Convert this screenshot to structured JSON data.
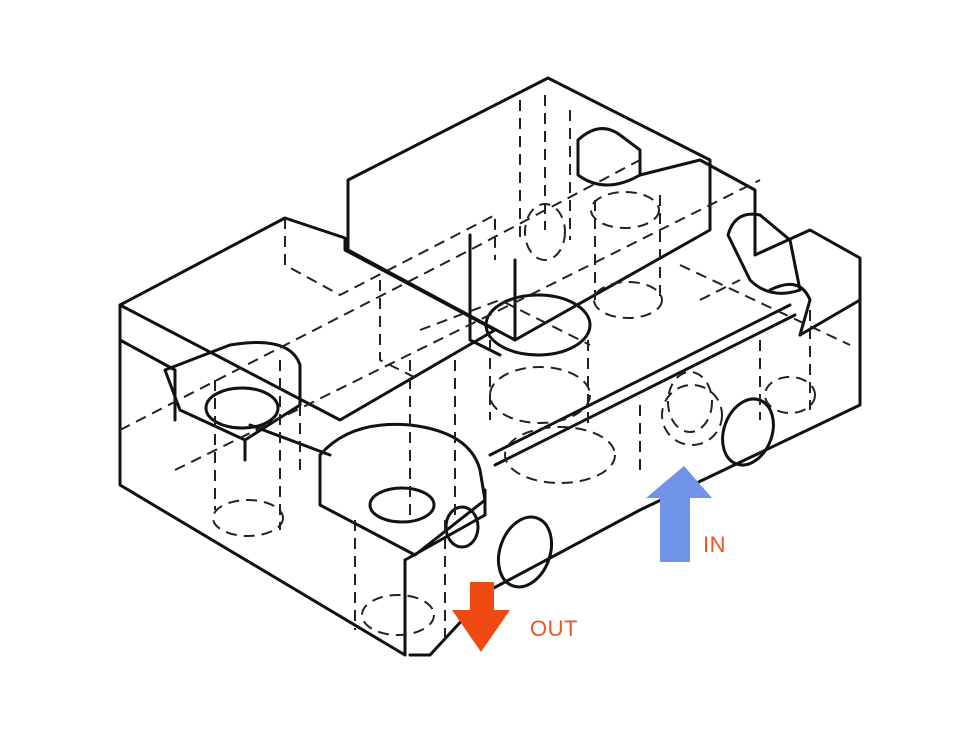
{
  "figure": {
    "background": "#ffffff",
    "line_color": "#111111"
  },
  "labels": {
    "in": {
      "text": "IN",
      "color": "#e8562a"
    },
    "out": {
      "text": "OUT",
      "color": "#e8562a"
    }
  },
  "arrows": {
    "in": {
      "color": "#6f93e6",
      "direction": "up"
    },
    "out": {
      "color": "#ee4a12",
      "direction": "down"
    }
  }
}
